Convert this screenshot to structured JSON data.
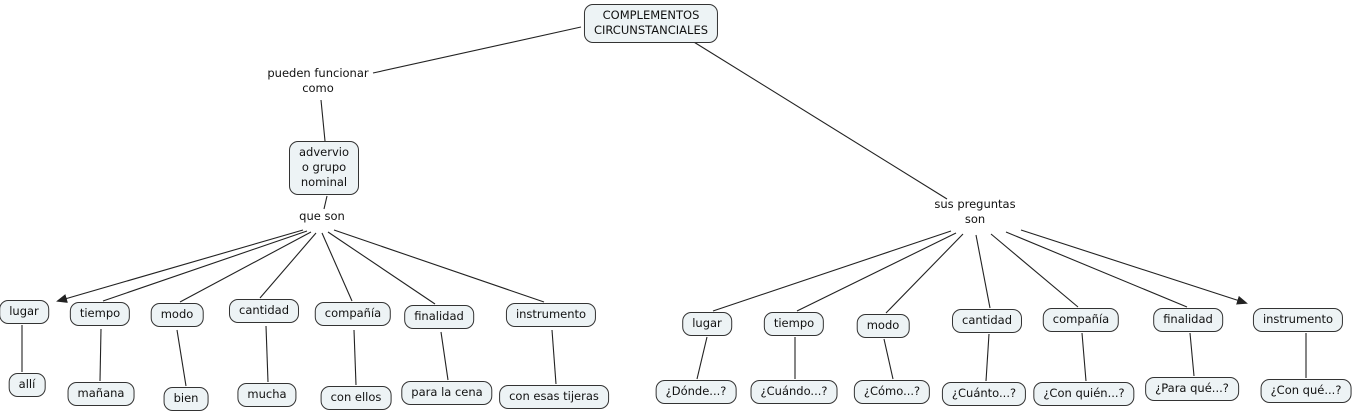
{
  "colors": {
    "box_fill": "#edf3f5",
    "box_border": "#333333",
    "line": "#222222",
    "background": "#ffffff"
  },
  "root": {
    "label": "COMPLEMENTOS\nCIRCUNSTANCIALES"
  },
  "left": {
    "connector_top": "pueden funcionar\ncomo",
    "node": "advervio\no grupo\nnominal",
    "connector_mid": "que son",
    "categories": [
      "lugar",
      "tiempo",
      "modo",
      "cantidad",
      "compañía",
      "finalidad",
      "instrumento"
    ],
    "examples": [
      "allí",
      "mañana",
      "bien",
      "mucha",
      "con ellos",
      "para la cena",
      "con esas tijeras"
    ]
  },
  "right": {
    "connector": "sus preguntas\nson",
    "categories": [
      "lugar",
      "tiempo",
      "modo",
      "cantidad",
      "compañía",
      "finalidad",
      "instrumento"
    ],
    "questions": [
      "¿Dónde...?",
      "¿Cuándo...?",
      "¿Cómo...?",
      "¿Cuánto...?",
      "¿Con quién...?",
      "¿Para qué...?",
      "¿Con qué...?"
    ]
  }
}
